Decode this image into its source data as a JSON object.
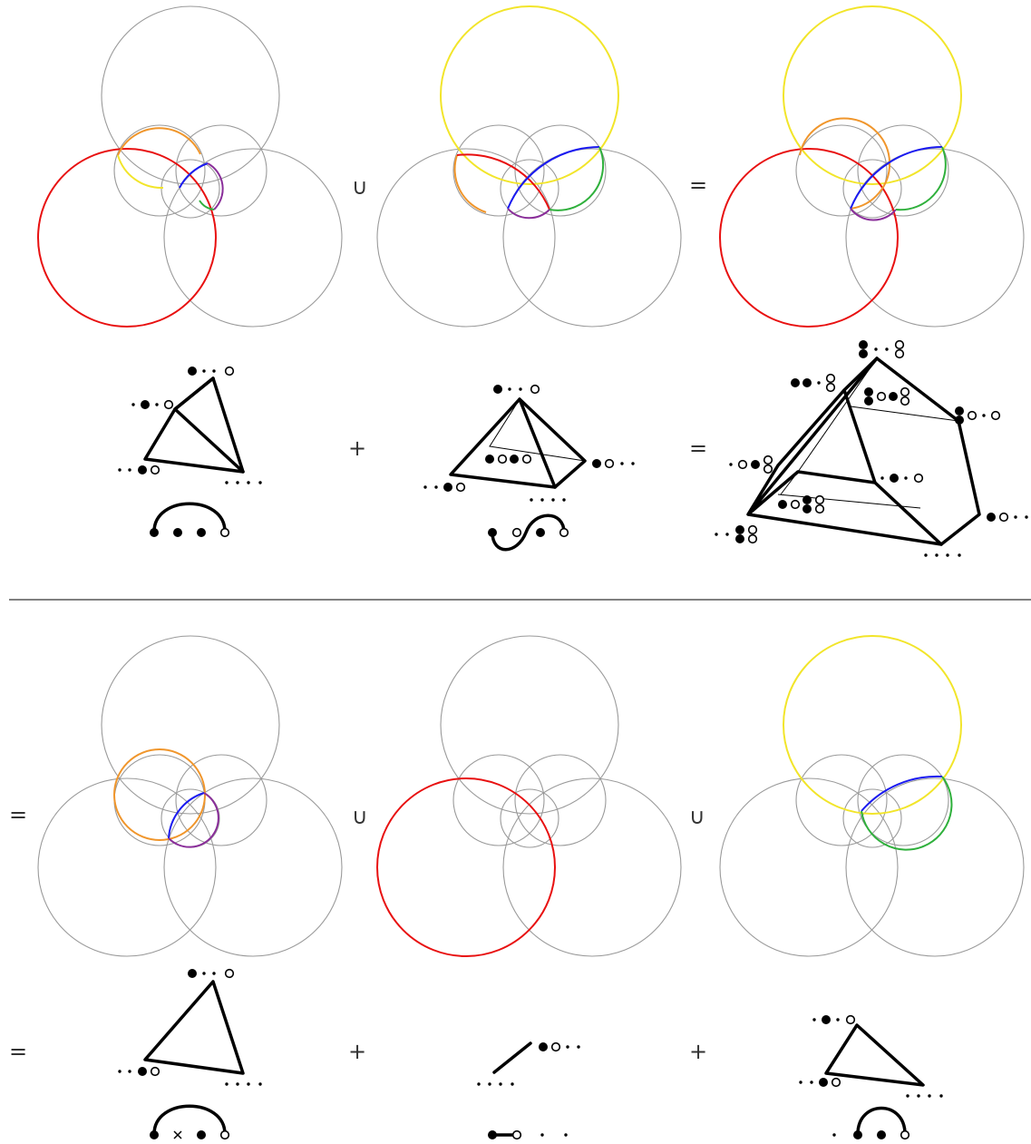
{
  "operators": {
    "union": "∪",
    "equals": "=",
    "plus": "+"
  },
  "colors": {
    "gray": "#9a9a9a",
    "yellow": "#f2e52a",
    "orange": "#f0962c",
    "red": "#e81010",
    "blue": "#1a1af0",
    "purple": "#8a2e9a",
    "green": "#2fb03c"
  },
  "panels": [
    {
      "row": 1,
      "highlights": [
        "red",
        "yellow",
        "orange",
        "blue",
        "purple",
        "green"
      ]
    },
    {
      "row": 1,
      "highlights": [
        "yellow",
        "orange",
        "red",
        "blue",
        "purple",
        "green"
      ]
    },
    {
      "row": 1,
      "highlights": [
        "yellow",
        "orange",
        "red",
        "blue",
        "purple",
        "green"
      ]
    },
    {
      "row": 2,
      "highlights": [
        "orange",
        "blue",
        "purple"
      ]
    },
    {
      "row": 2,
      "highlights": [
        "red"
      ]
    },
    {
      "row": 2,
      "highlights": [
        "yellow",
        "blue",
        "green"
      ]
    }
  ]
}
